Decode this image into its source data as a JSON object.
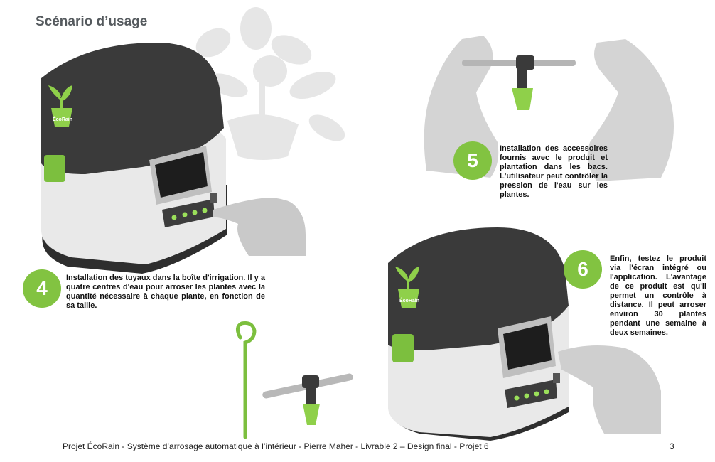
{
  "page": {
    "title": "Scénario d’usage",
    "footer": "Projet ÉcoRain - Système d’arrosage automatique à l’intérieur - Pierre Maher - Livrable 2 – Design final - Projet 6",
    "page_number": "3"
  },
  "colors": {
    "accent_green": "#82c341",
    "device_dark": "#3b3b3b",
    "device_body": "#e8e8e8",
    "silhouette_gray": "#d7d7d7"
  },
  "product": {
    "brand_label": "ÉcoRain"
  },
  "steps": [
    {
      "number": "4",
      "text": "Installation des tuyaux dans la boîte d'irrigation. Il y a quatre centres d'eau pour arroser les plantes avec la quantité nécessaire à chaque plante, en fonction de sa taille."
    },
    {
      "number": "5",
      "text": "Installation des accessoires fournis avec le produit et plantation dans les bacs. L'utilisateur peut contrôler la pression de l'eau sur les plantes."
    },
    {
      "number": "6",
      "text": "Enfin, testez le produit via l'écran intégré ou l'application. L'avantage de ce produit est qu'il permet un contrôle à distance. Il peut arroser environ 30 plantes pendant une semaine à deux semaines."
    }
  ],
  "icons": [
    "plant-silhouette-icon",
    "hand-icon",
    "hands-icon",
    "t-connector-icon",
    "plant-hook-icon",
    "plant-logo-icon"
  ]
}
